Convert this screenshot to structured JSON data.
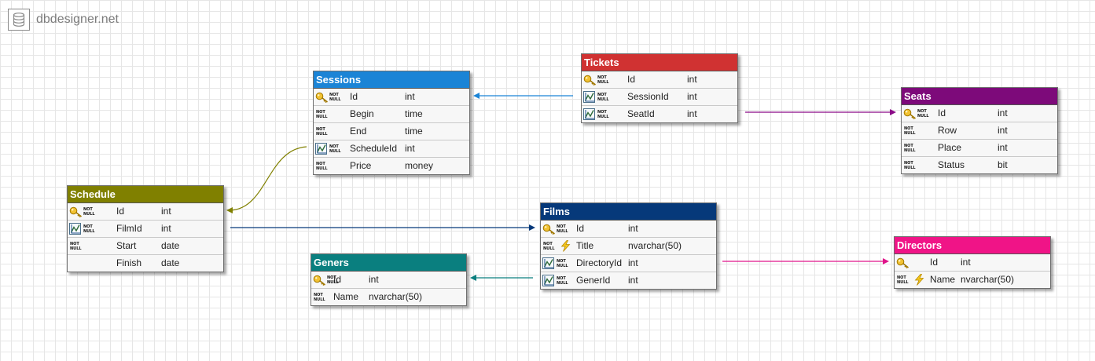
{
  "brand": {
    "name": "dbdesigner.net",
    "icon": "database-icon"
  },
  "labels": {
    "not_null_line1": "NOT",
    "not_null_line2": "NULL"
  },
  "tables": [
    {
      "name": "Sessions",
      "color": "#1b84d6",
      "rows": [
        {
          "name": "Id",
          "type": "int",
          "pk": true,
          "fk": false,
          "nn": true
        },
        {
          "name": "Begin",
          "type": "time",
          "pk": false,
          "fk": false,
          "nn": true
        },
        {
          "name": "End",
          "type": "time",
          "pk": false,
          "fk": false,
          "nn": true
        },
        {
          "name": "ScheduleId",
          "type": "int",
          "pk": false,
          "fk": true,
          "nn": true
        },
        {
          "name": "Price",
          "type": "money",
          "pk": false,
          "fk": false,
          "nn": true
        }
      ]
    },
    {
      "name": "Tickets",
      "color": "#d03232",
      "rows": [
        {
          "name": "Id",
          "type": "int",
          "pk": true,
          "fk": false,
          "nn": true
        },
        {
          "name": "SessionId",
          "type": "int",
          "pk": false,
          "fk": true,
          "nn": true
        },
        {
          "name": "SeatId",
          "type": "int",
          "pk": false,
          "fk": true,
          "nn": true
        }
      ]
    },
    {
      "name": "Seats",
      "color": "#7d0a7a",
      "rows": [
        {
          "name": "Id",
          "type": "int",
          "pk": true,
          "fk": false,
          "nn": true
        },
        {
          "name": "Row",
          "type": "int",
          "pk": false,
          "fk": false,
          "nn": true
        },
        {
          "name": "Place",
          "type": "int",
          "pk": false,
          "fk": false,
          "nn": true
        },
        {
          "name": "Status",
          "type": "bit",
          "pk": false,
          "fk": false,
          "nn": true
        }
      ]
    },
    {
      "name": "Schedule",
      "color": "#808000",
      "rows": [
        {
          "name": "Id",
          "type": "int",
          "pk": true,
          "fk": false,
          "nn": true
        },
        {
          "name": "FilmId",
          "type": "int",
          "pk": false,
          "fk": true,
          "nn": true
        },
        {
          "name": "Start",
          "type": "date",
          "pk": false,
          "fk": false,
          "nn": true
        },
        {
          "name": "Finish",
          "type": "date",
          "pk": false,
          "fk": false,
          "nn": false
        }
      ]
    },
    {
      "name": "Films",
      "color": "#06397a",
      "rows": [
        {
          "name": "Id",
          "type": "int",
          "pk": true,
          "fk": false,
          "nn": true
        },
        {
          "name": "Title",
          "type": "nvarchar(50)",
          "pk": false,
          "fk": false,
          "uq": true,
          "nn": true
        },
        {
          "name": "DirectoryId",
          "type": "int",
          "pk": false,
          "fk": true,
          "nn": true
        },
        {
          "name": "GenerId",
          "type": "int",
          "pk": false,
          "fk": true,
          "nn": true
        }
      ]
    },
    {
      "name": "Geners",
      "color": "#0a7f7f",
      "rows": [
        {
          "name": "Id",
          "type": "int",
          "pk": true,
          "fk": false,
          "nn": true
        },
        {
          "name": "Name",
          "type": "nvarchar(50)",
          "pk": false,
          "fk": false,
          "nn": true
        }
      ]
    },
    {
      "name": "Directors",
      "color": "#f01487",
      "rows": [
        {
          "name": "Id",
          "type": "int",
          "pk": true,
          "fk": false,
          "nn": false
        },
        {
          "name": "Name",
          "type": "nvarchar(50)",
          "pk": false,
          "fk": false,
          "uq": true,
          "nn": true
        }
      ]
    }
  ],
  "relations": [
    {
      "from": "Tickets.SessionId",
      "to": "Sessions.Id",
      "color": "#1b84d6"
    },
    {
      "from": "Tickets.SeatId",
      "to": "Seats.Id",
      "color": "#8b0a87"
    },
    {
      "from": "Sessions.ScheduleId",
      "to": "Schedule.Id",
      "color": "#808000"
    },
    {
      "from": "Schedule.FilmId",
      "to": "Films.Id",
      "color": "#06397a"
    },
    {
      "from": "Films.GenerId",
      "to": "Geners.Id",
      "color": "#0a7f7f"
    },
    {
      "from": "Films.DirectoryId",
      "to": "Directors.Id",
      "color": "#e0148a"
    }
  ]
}
